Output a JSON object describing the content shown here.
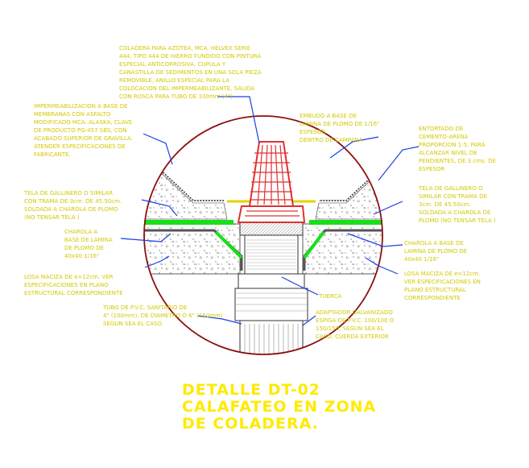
{
  "annotations": {
    "coladera": [
      "COLADERA PARA AZOTEA, MCA. HELVEX SERIE",
      "444, TIPO 444 DE HIERRO FUNDIDO CON PINTURA",
      "ESPECIAL ANTICORROSIVA, CUPULA Y",
      "CANASTILLA DE SEDIMENTOS EN UNA SOLA PIEZA",
      "REMOVIBLE, ANILLO ESPECIAL PARA LA",
      "COLOCACION DEL IMPERMEABILIZANTE, SALIDA",
      "CON ROSCA PARA TUBO DE 100mm (4\")"
    ],
    "impermeabilizacion": [
      "IMPERMEABILIZACION A BASE DE",
      "MEMBRANAS CON ASFALTO",
      "MODIFICADO MCA. ALASKA, CLAVE",
      "DE PRODUCTO PG-457 SBS, CON",
      "ACABADO SUPERIOR DE GRAVILLA.",
      "ATENDER ESPECIFICACIONES DE",
      "FABRICANTE."
    ],
    "embudo": [
      "EMBUDO A BASE DE",
      "LAMINA DE PLOMO DE 1/16\"",
      "ESPESOR",
      "DENTRO DE CAMPANA"
    ],
    "entortado": [
      "ENTORTADO DE",
      "CEMENTO-ARENA",
      "PROPORCION 1:5, PARA",
      "ALCANZAR NIVEL DE",
      "PENDIENTES, DE 3 cms. DE",
      "ESPESOR"
    ],
    "tela_left": [
      "TELA DE GALLINERO O SIMILAR",
      "CON TRAMA DE 3cm. DE 45.50cm.",
      "SOLDADA A CHAROLA DE PLOMO",
      "(NO TENSAR TELA )"
    ],
    "tela_right": [
      "TELA DE GALLINERO O",
      "SIMILAR CON TRAMA DE",
      "3cm. DE 45.50cm.",
      "SOLDADA A CHAROLA DE",
      "PLOMO (NO TENSAR TELA )"
    ],
    "charola_left": [
      "CHAROLA A",
      "BASE DE LAMINA",
      "DE PLOMO DE",
      "40x40 1/16\""
    ],
    "charola_right": [
      "CHAROLA A BASE DE",
      "LAMINA DE PLOMO DE",
      "40x40 1/16\""
    ],
    "losa_left": [
      "LOSA MACIZA DE e=12cm. VER",
      "ESPECIFICACIONES EN PLANO",
      "ESTRUCTURAL CORRESPONDIENTE"
    ],
    "losa_right": [
      "LOSA MACIZA DE e=12cm.",
      "VER ESPECIFICACIONES EN",
      "PLANO ESTRUCTURAL",
      "CORRESPONDIENTE"
    ],
    "tuerca": [
      "TUERCA"
    ],
    "tubo": [
      "TUBO DE P.V.C. SANITARIO DE",
      "4\" (100mm), DE DIAMETRO O 6\" (150mm)",
      "SEGUN SEA EL CASO."
    ],
    "adaptador": [
      "ADAPTADOR GALVANIZADO",
      "ESPIGA DE P.V.C. 100/100 O",
      "150/150, SEGUN SEA EL",
      "CASO, CUERDA EXTERIOR"
    ]
  },
  "title_lines": [
    "DETALLE DT-02",
    "CALAFATEO EN ZONA",
    "DE COLADERA."
  ],
  "colors": {
    "label": "#d4c800",
    "title": "#ffea00",
    "circle": "#8b1010",
    "membrane": "#18e018",
    "leader": "#1a3fe6",
    "drain": "#e03030",
    "outline": "#222222"
  }
}
